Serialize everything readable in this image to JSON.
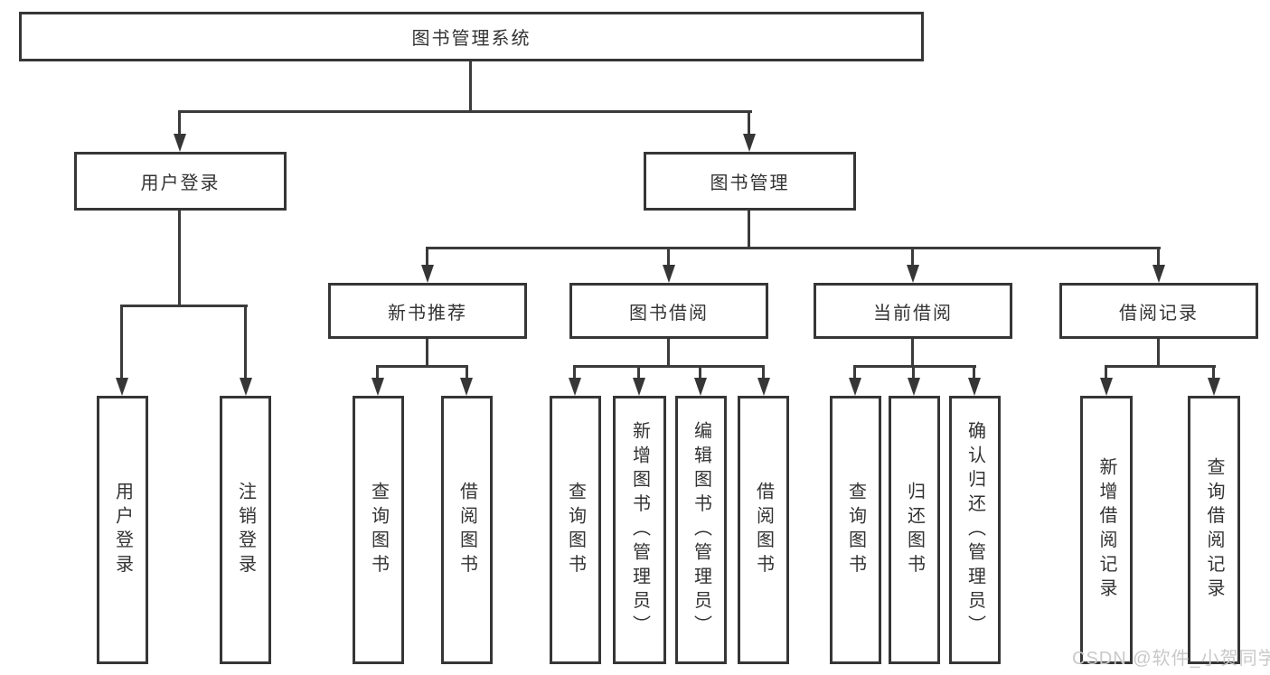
{
  "tree": {
    "root": {
      "label": "图书管理系统"
    },
    "level2": [
      {
        "label": "用户登录"
      },
      {
        "label": "图书管理"
      }
    ],
    "level3": [
      {
        "label": "新书推荐"
      },
      {
        "label": "图书借阅"
      },
      {
        "label": "当前借阅"
      },
      {
        "label": "借阅记录"
      }
    ],
    "leaves": {
      "user_login": [
        "用户登录",
        "注销登录"
      ],
      "new_books": [
        "查询图书",
        "借阅图书"
      ],
      "book_borrow": [
        "查询图书",
        "新增图书（管理员）",
        "编辑图书（管理员）",
        "借阅图书"
      ],
      "current_borrow": [
        "查询图书",
        "归还图书",
        "确认归还（管理员）"
      ],
      "borrow_records": [
        "新增借阅记录",
        "查询借阅记录"
      ]
    }
  },
  "watermark": {
    "text": "CSDN @软件_小贺同学"
  },
  "colors": {
    "line": "#3b3b3b",
    "border": "#363636",
    "text": "#333333",
    "background": "#ffffff",
    "watermark": "#c9c9c9"
  }
}
